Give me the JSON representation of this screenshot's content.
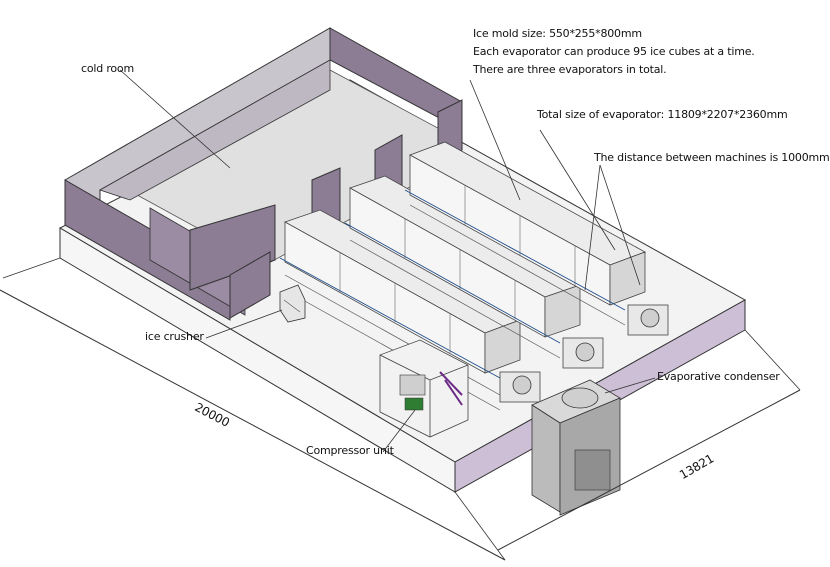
{
  "labels": {
    "cold_room": "cold room",
    "ice_mold_line1": "Ice mold size: 550*255*800mm",
    "ice_mold_line2": "Each evaporator can produce 95 ice cubes at a time.",
    "ice_mold_line3": "There are three evaporators in total.",
    "evaporator_total_size": "Total size of evaporator: 11809*2207*2360mm",
    "machine_distance": "The distance between machines is 1000mm",
    "ice_crusher": "ice crusher",
    "evaporative_condenser": "Evaporative condenser",
    "compressor_unit": "Compressor unit",
    "dimension_length": "20000",
    "dimension_width": "13821"
  },
  "colors": {
    "wall_purple": "#8c7d95",
    "wall_light": "#c9c5cc",
    "floor": "#e6e6e6",
    "base_edge": "#cdbfd6",
    "line": "#333333",
    "accent_blue": "#1f4e8c",
    "accent_purple": "#6a2a86"
  }
}
